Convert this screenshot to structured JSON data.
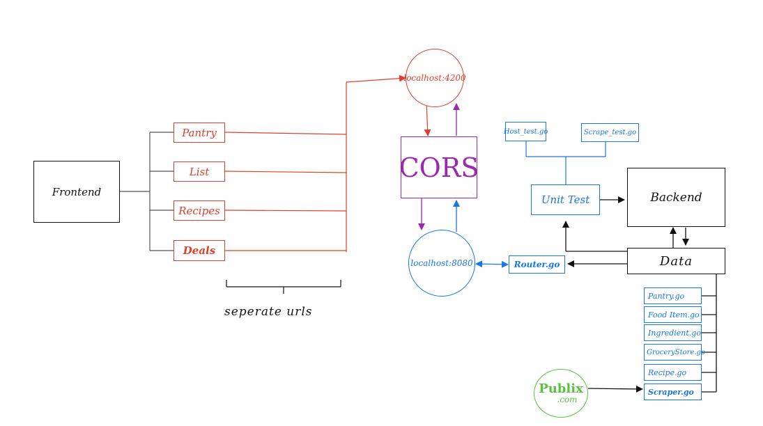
{
  "colors": {
    "frontend": "#e0402a",
    "cors": "#9c27b0",
    "backend": "#1877e8",
    "neutral": "#111111",
    "publix": "#5cbf3f"
  },
  "frontend": {
    "label": "Frontend"
  },
  "routes": [
    "Pantry",
    "List",
    "Recipes",
    "Deals"
  ],
  "routes_caption": "seperate urls",
  "frontend_host": "localhost:4200",
  "cors": {
    "label": "CORS"
  },
  "backend_host": "localhost:8080",
  "router": "Router.go",
  "tests": [
    "Host_test.go",
    "Scrape_test.go"
  ],
  "unit_test": "Unit Test",
  "backend": {
    "label": "Backend"
  },
  "data": {
    "label": "Data"
  },
  "data_files": [
    "Pantry.go",
    "Food Item.go",
    "Ingredient.go",
    "GroceryStore.go",
    "Recipe.go",
    "Scraper.go"
  ],
  "publix": {
    "name": "Publix",
    "domain": ".com"
  }
}
